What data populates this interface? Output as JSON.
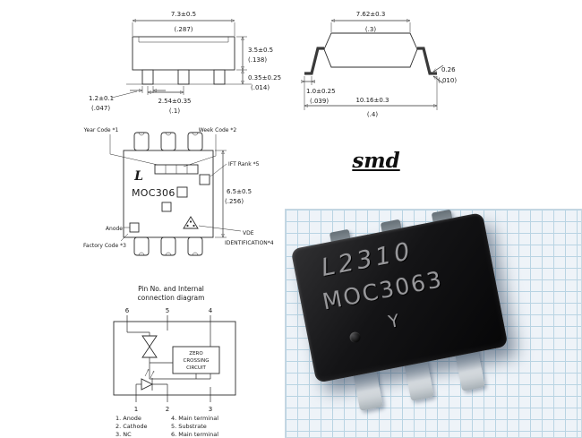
{
  "heading": {
    "smd": "smd"
  },
  "front_view": {
    "width_mm": "7.3±0.5",
    "width_in": "(.287)",
    "height_mm": "3.5±0.5",
    "height_in": "(.138)",
    "standoff_mm": "0.35±0.25",
    "standoff_in": "(.014)",
    "lead_width_mm": "1.2±0.1",
    "lead_width_in": "(.047)",
    "pitch_mm": "2.54±0.35",
    "pitch_in": "(.1)"
  },
  "side_view": {
    "body_mm": "7.62±0.3",
    "body_in": "(.3)",
    "thickness_mm": "0.26",
    "thickness_in": "(.010)",
    "foot_mm": "1.0±0.25",
    "foot_in": "(.039)",
    "span_mm": "10.16±0.3",
    "span_in": "(.4)"
  },
  "marking": {
    "year_code": "Year Code *1",
    "week_code": "Week Code *2",
    "ift_rank": "IFT Rank *5",
    "logo": "L",
    "part_number": "MOC306",
    "height_mm": "6.5±0.5",
    "height_in": "(.256)",
    "anode": "Anode",
    "factory_code": "Factory Code *3",
    "vde_line1": "VDE",
    "vde_line2": "IDENTIFICATION*4"
  },
  "connection": {
    "title_line1": "Pin No. and Internal",
    "title_line2": "connection diagram",
    "pins_top": [
      "6",
      "5",
      "4"
    ],
    "pins_bottom": [
      "1",
      "2",
      "3"
    ],
    "zc": [
      "ZERO",
      "CROSSING",
      "CIRCUIT"
    ],
    "legend_left": [
      "1. Anode",
      "2. Cathode",
      "3. NC"
    ],
    "legend_right": [
      "4. Main terminal",
      "5. Substrate",
      "6. Main terminal"
    ]
  },
  "photo": {
    "marking_line1": "L2310",
    "marking_line2": "MOC3063",
    "marking_line3": "Y"
  }
}
